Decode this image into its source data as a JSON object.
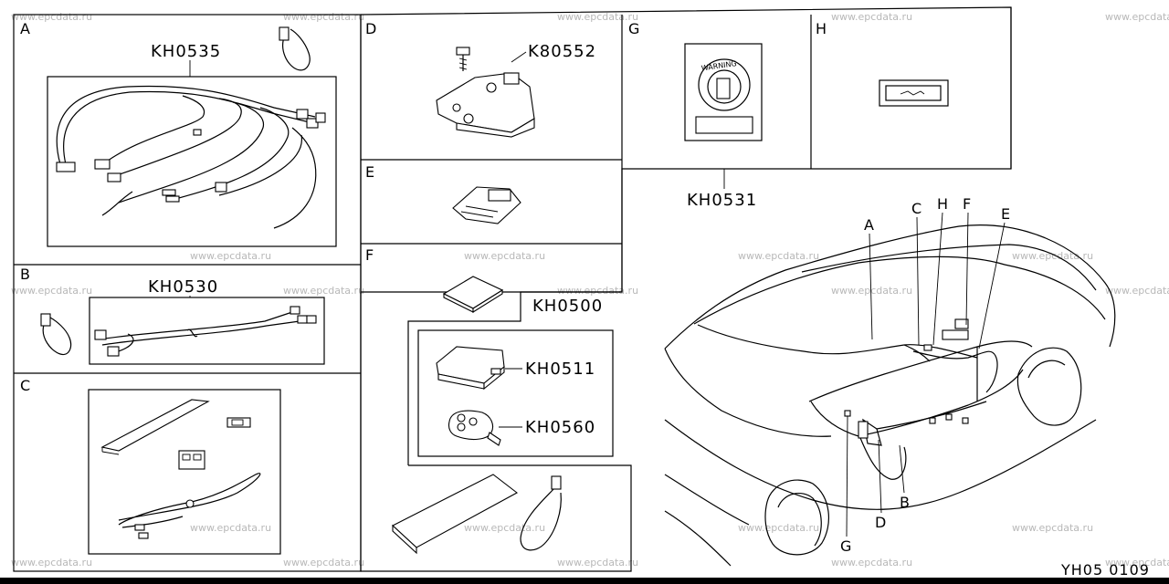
{
  "figure_code": "YH05  0109",
  "watermark": "www.epcdata.ru",
  "panels": {
    "A": {
      "label": "A",
      "part_number": "KH0535"
    },
    "B": {
      "label": "B",
      "part_number": "KH0530"
    },
    "C": {
      "label": "C"
    },
    "D": {
      "label": "D",
      "part_number": "K80552"
    },
    "E": {
      "label": "E"
    },
    "F": {
      "label": "F"
    },
    "G": {
      "label": "G",
      "warning_text": "WARNING"
    },
    "H": {
      "label": "H"
    }
  },
  "callouts": {
    "kit_group": "KH0531",
    "unit_kit": "KH0500",
    "control_unit": "KH0511",
    "remote_key": "KH0560"
  },
  "car_labels": {
    "A": "A",
    "C": "C",
    "H": "H",
    "F": "F",
    "E": "E",
    "G": "G",
    "D": "D",
    "B": "B"
  }
}
